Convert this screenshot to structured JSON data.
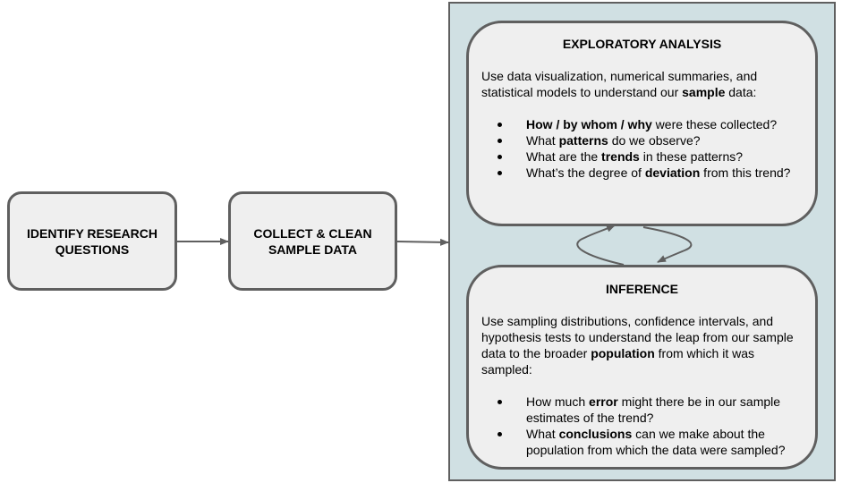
{
  "nodes": {
    "identify": "IDENTIFY RESEARCH QUESTIONS",
    "collect": "COLLECT & CLEAN SAMPLE DATA"
  },
  "exploratory": {
    "title": "EXPLORATORY ANALYSIS",
    "intro": [
      {
        "t": "Use data visualization, numerical summaries, and statistical models to understand our "
      },
      {
        "t": "sample",
        "b": true
      },
      {
        "t": " data:"
      }
    ],
    "bullets": [
      [
        {
          "t": "How / by whom / why",
          "b": true
        },
        {
          "t": " were these collected?"
        }
      ],
      [
        {
          "t": "What "
        },
        {
          "t": "patterns",
          "b": true
        },
        {
          "t": " do we observe?"
        }
      ],
      [
        {
          "t": "What are the "
        },
        {
          "t": "trends",
          "b": true
        },
        {
          "t": " in these patterns?"
        }
      ],
      [
        {
          "t": "What’s the degree of "
        },
        {
          "t": "deviation",
          "b": true
        },
        {
          "t": " from this trend?"
        }
      ]
    ]
  },
  "inference": {
    "title": "INFERENCE",
    "intro": [
      {
        "t": "Use sampling distributions, confidence intervals, and hypothesis tests to understand the leap from our sample data to the broader "
      },
      {
        "t": "population",
        "b": true
      },
      {
        "t": " from which it was sampled:"
      }
    ],
    "bullets": [
      [
        {
          "t": "How much "
        },
        {
          "t": "error",
          "b": true
        },
        {
          "t": " might there be in our sample estimates of the trend?"
        }
      ],
      [
        {
          "t": "What "
        },
        {
          "t": "conclusions",
          "b": true
        },
        {
          "t": " can we make about the population from which the data were sampled?"
        }
      ]
    ]
  },
  "colors": {
    "panel": "#d0e0e3",
    "box_fill": "#efefef",
    "stroke": "#5f5f5f"
  }
}
